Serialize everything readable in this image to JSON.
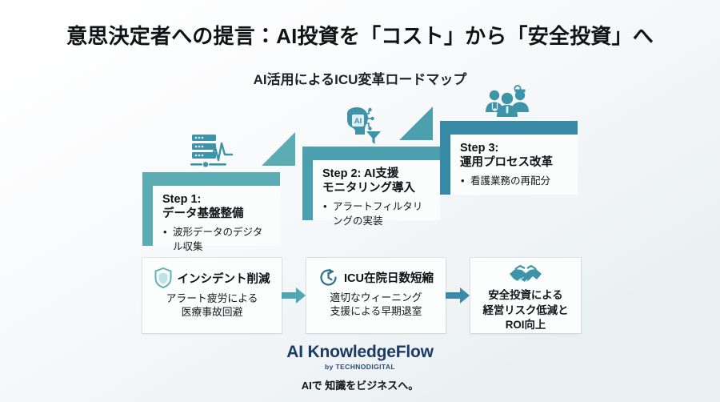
{
  "slide": {
    "title": "意思決定者への提言：AI投資を「コスト」から「安全投資」へ",
    "subtitle": "AI活用によるICU変革ロードマップ"
  },
  "colors": {
    "step1_teal": "#5BADB3",
    "step2_teal": "#4C9FAE",
    "step3_teal": "#3789A6",
    "arrow_teal": "#4FA6B5",
    "icon_teal": "#3E93A8",
    "brand_navy": "#1B3B63",
    "card_bg": "#FCFDFD"
  },
  "roadmap": {
    "steps": [
      {
        "id": "step-1",
        "icon": "server-waveform-icon",
        "title": "Step 1:\nデータ基盤整備",
        "bullets": [
          "波形データのデジタル収集"
        ]
      },
      {
        "id": "step-2",
        "icon": "ai-brain-filter-icon",
        "title": "Step 2: AI支援\nモニタリング導入",
        "bullets": [
          "アラートフィルタリングの実装"
        ]
      },
      {
        "id": "step-3",
        "icon": "medical-team-icon",
        "title": "Step 3:\n運用プロセス改革",
        "bullets": [
          "看護業務の再配分"
        ]
      }
    ]
  },
  "outcomes": {
    "cards": [
      {
        "id": "outcome-incident",
        "icon": "shield-icon",
        "icon_position": "inline",
        "title": "インシデント削減",
        "description": "アラート疲労による\n医療事故回避",
        "emphasis": false
      },
      {
        "id": "outcome-icu-stay",
        "icon": "clock-rotate-icon",
        "icon_position": "inline",
        "title": "ICU在院日数短縮",
        "description": "適切なウィーニング\n支援による早期退室",
        "emphasis": false
      },
      {
        "id": "outcome-roi",
        "icon": "handshake-icon",
        "icon_position": "top",
        "title": "",
        "description": "安全投資による\n経営リスク低減と\nROI向上",
        "emphasis": true
      }
    ],
    "arrows": [
      "flow-arrow-1",
      "flow-arrow-2"
    ]
  },
  "footer": {
    "brand": "AI KnowledgeFlow",
    "brand_sub": "by TECHNODIGITAL",
    "tagline": "AIで 知識をビジネスへ。"
  }
}
